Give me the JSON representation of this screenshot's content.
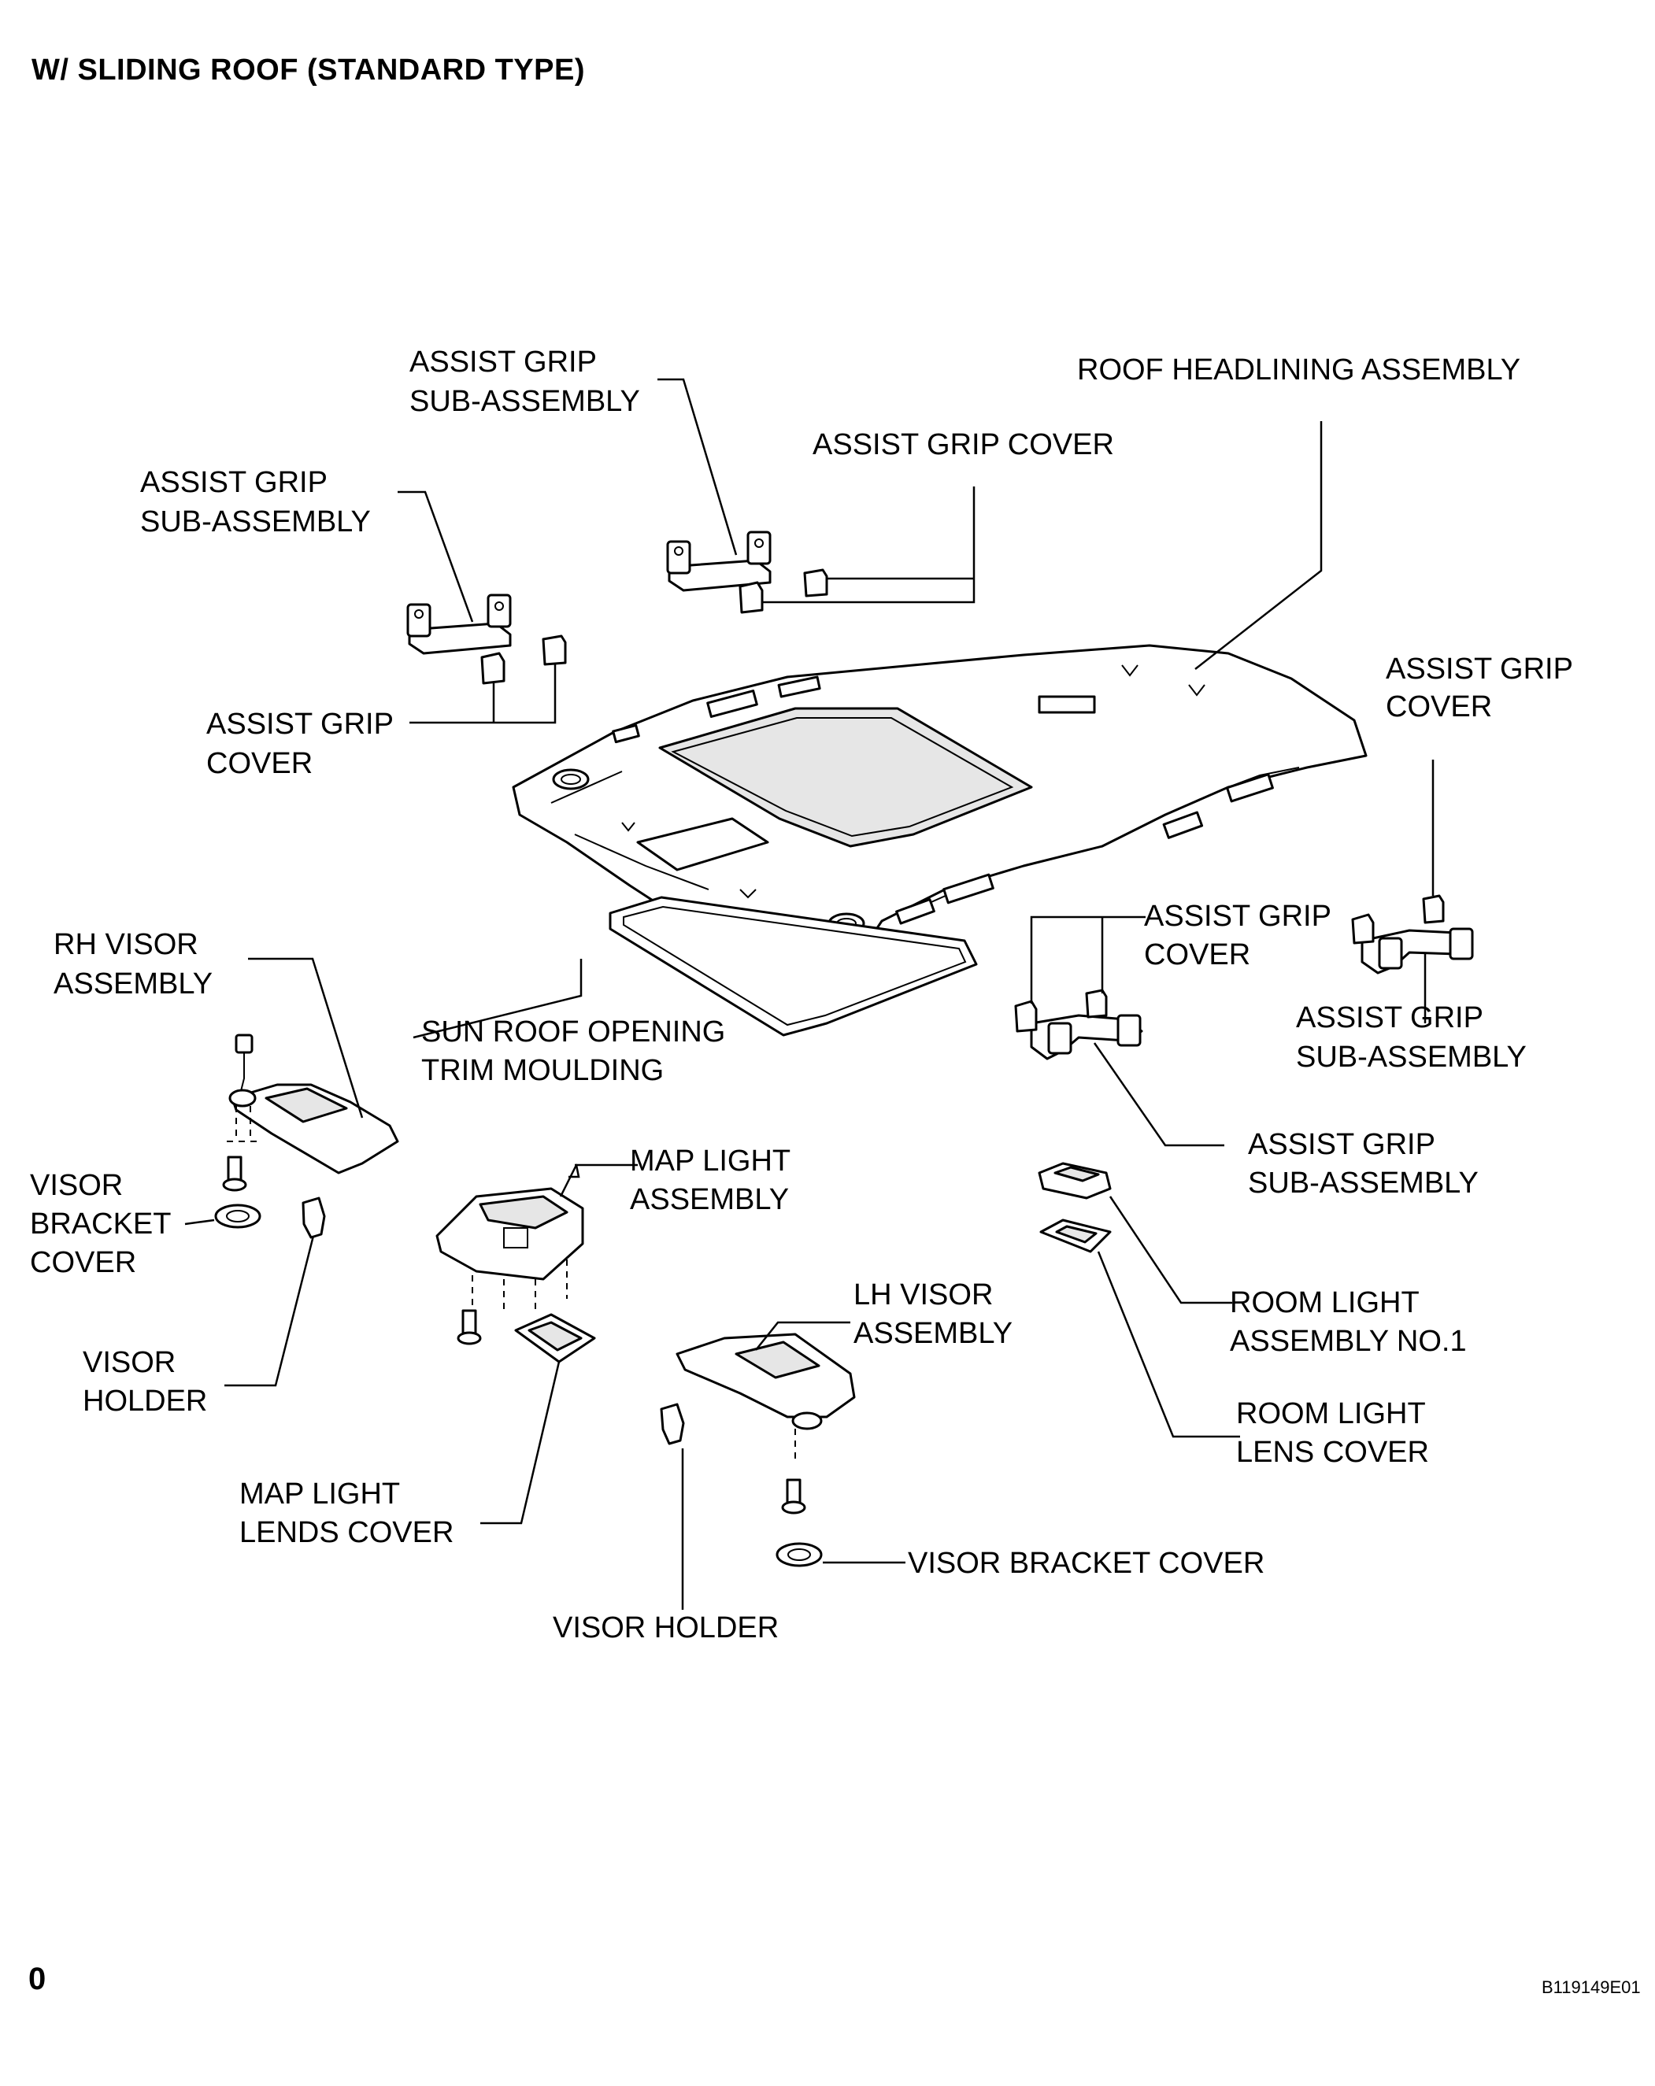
{
  "title": "W/ SLIDING ROOF (STANDARD TYPE)",
  "page_number": "0",
  "figure_id": "B119149E01",
  "labels": {
    "assist_grip_sub_top": [
      "ASSIST GRIP",
      "SUB-ASSEMBLY"
    ],
    "roof_headlining": [
      "ROOF HEADLINING ASSEMBLY"
    ],
    "assist_grip_cover_top": [
      "ASSIST GRIP COVER"
    ],
    "assist_grip_sub_left": [
      "ASSIST GRIP",
      "SUB-ASSEMBLY"
    ],
    "assist_grip_cover_left": [
      "ASSIST GRIP",
      "COVER"
    ],
    "assist_grip_cover_right": [
      "ASSIST GRIP",
      "COVER"
    ],
    "assist_grip_cover_mid": [
      "ASSIST GRIP",
      "COVER"
    ],
    "assist_grip_sub_right": [
      "ASSIST GRIP",
      "SUB-ASSEMBLY"
    ],
    "assist_grip_sub_mid": [
      "ASSIST GRIP",
      "SUB-ASSEMBLY"
    ],
    "rh_visor": [
      "RH VISOR",
      "ASSEMBLY"
    ],
    "sun_roof_trim": [
      "SUN ROOF OPENING",
      "TRIM MOULDING"
    ],
    "visor_bracket_cover_left": [
      "VISOR",
      "BRACKET",
      "COVER"
    ],
    "map_light": [
      "MAP LIGHT",
      "ASSEMBLY"
    ],
    "room_light": [
      "ROOM LIGHT",
      "ASSEMBLY NO.1"
    ],
    "lh_visor": [
      "LH VISOR",
      "ASSEMBLY"
    ],
    "visor_holder_left": [
      "VISOR",
      "HOLDER"
    ],
    "room_light_lens": [
      "ROOM LIGHT",
      "LENS COVER"
    ],
    "map_light_lens": [
      "MAP LIGHT",
      "LENDS COVER"
    ],
    "visor_bracket_cover_bottom": [
      "VISOR BRACKET COVER"
    ],
    "visor_holder_bottom": [
      "VISOR HOLDER"
    ]
  }
}
